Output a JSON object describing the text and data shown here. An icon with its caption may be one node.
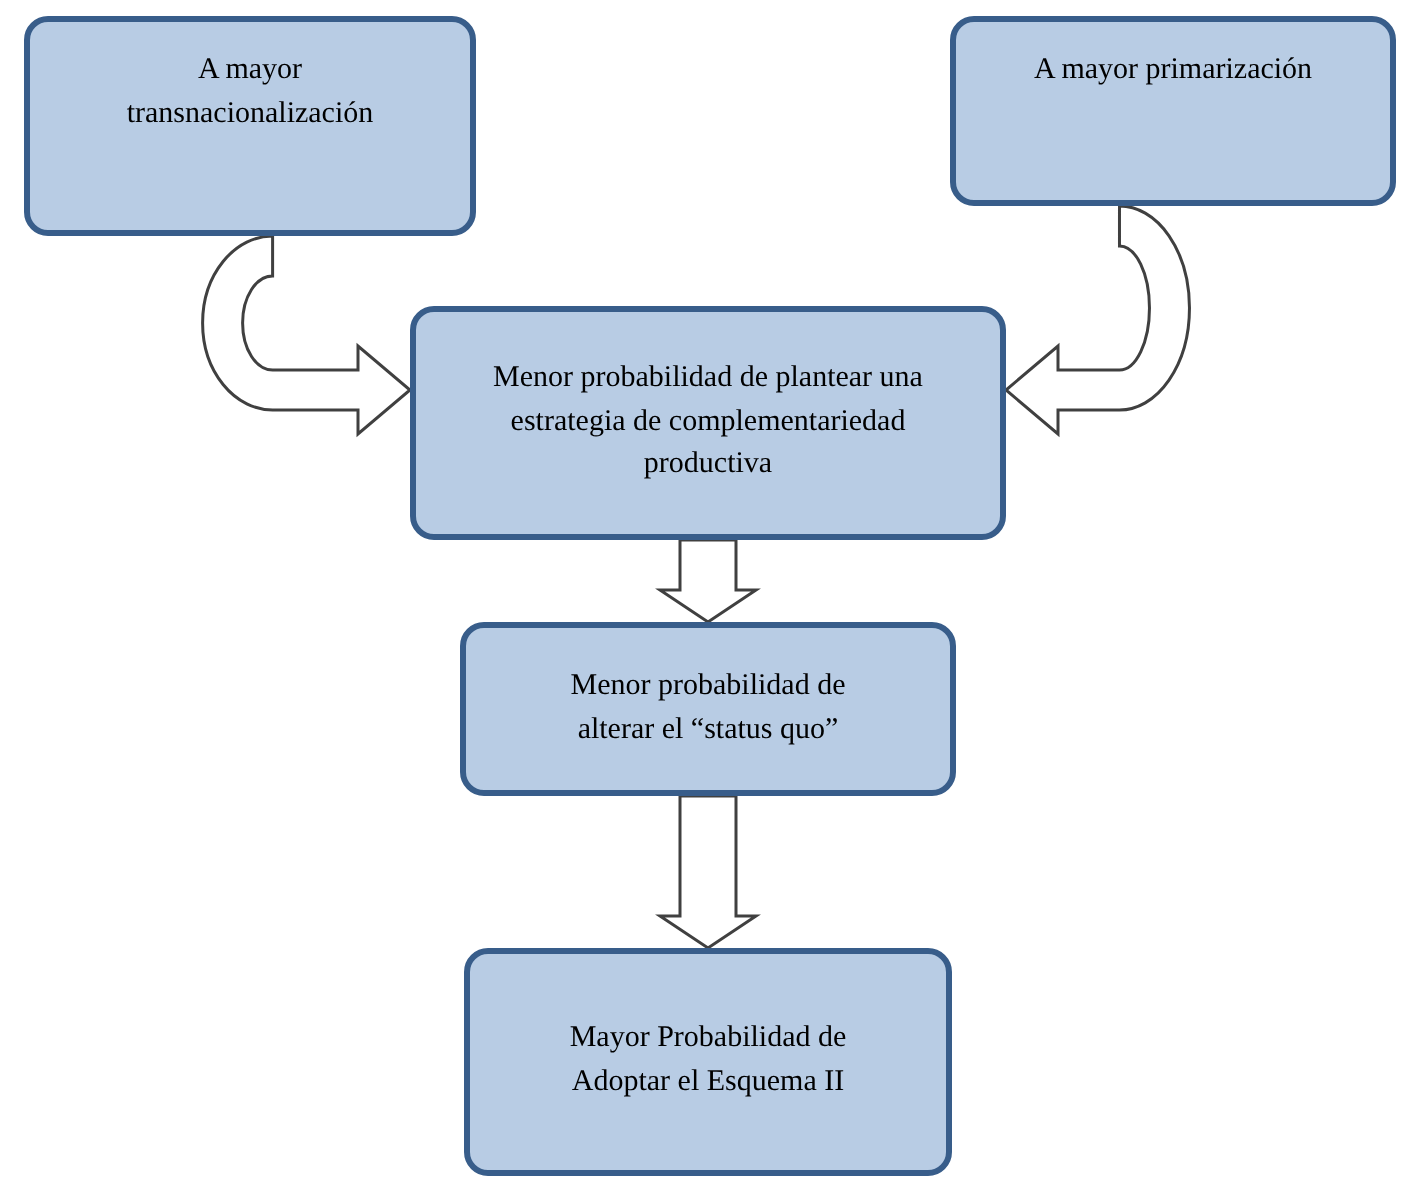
{
  "diagram": {
    "nodes": [
      {
        "text": [
          "A mayor transnacionalización"
        ]
      },
      {
        "text": [
          "A mayor primarización"
        ]
      },
      {
        "text": [
          "Menor probabilidad de plantear una estrategia de complementariedad productiva"
        ]
      },
      {
        "text": [
          "Menor probabilidad de alterar el “status quo”"
        ]
      },
      {
        "text": [
          "Mayor Probabilidad de Adoptar el Esquema II"
        ]
      }
    ],
    "edges": [
      {
        "from": 0,
        "to": 2,
        "arrow": "to"
      },
      {
        "from": 1,
        "to": 2,
        "arrow": "to"
      },
      {
        "from": 2,
        "to": 3,
        "arrow": "to"
      },
      {
        "from": 3,
        "to": 4,
        "arrow": "to"
      }
    ]
  }
}
